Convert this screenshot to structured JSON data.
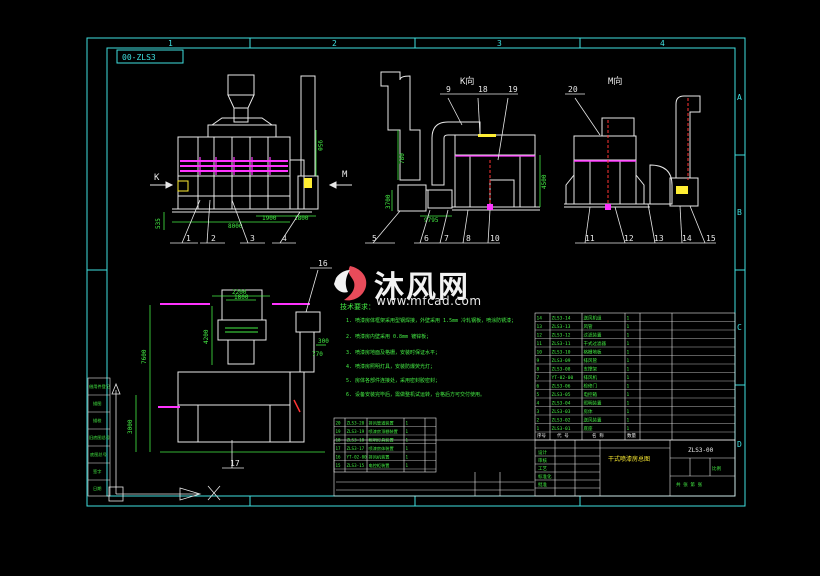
{
  "colors": {
    "background": "#000000",
    "frame": "#3fe0e0",
    "machine": "#e8e8e8",
    "green": "#44ee44",
    "magenta": "#ff33ff",
    "red": "#ff3333",
    "yellow": "#ffee33"
  },
  "drawing": {
    "stamp": "00-ZLS3",
    "drawing_no": "ZLS3-00",
    "title": "干式喷漆房总图"
  },
  "border": {
    "columns": [
      "1",
      "2",
      "3",
      "4"
    ],
    "rows": [
      "A",
      "B",
      "C",
      "D"
    ]
  },
  "views": {
    "k_view": "K向",
    "m_view": "M向",
    "arrow_k": "K",
    "arrow_m": "M"
  },
  "balloons": [
    "1",
    "2",
    "3",
    "4",
    "5",
    "6",
    "7",
    "8",
    "9",
    "10",
    "11",
    "12",
    "13",
    "14",
    "15",
    "16",
    "17",
    "18",
    "19",
    "20"
  ],
  "dimensions": {
    "d1900": "1900",
    "d8000": "8000",
    "d950": "950",
    "d535": "535",
    "d4200": "4200",
    "d3000": "3000",
    "d780": "780",
    "d3700": "3700",
    "d9795": "9795",
    "d2200": "2200",
    "d1800": "1800",
    "d7600": "7600",
    "d770": "770",
    "d300": "300",
    "d4500": "4500"
  },
  "notes": {
    "heading": "技术要求：",
    "items": [
      "1. 喷漆房体框架采用型钢焊接，外壁采用 1.5mm 冷轧钢板，喷涂防锈漆；",
      "2. 喷漆房内壁采用 0.8mm 镀锌板；",
      "3. 喷漆房地面及格栅，安装时保证水平；",
      "4. 喷漆房照明灯具，安装防爆荧光灯；",
      "5. 房体各部件连接处，采用密封胶密封；",
      "6. 设备安装完毕后，需做整机试运转，合格后方可交付使用。"
    ]
  },
  "bom_lower": {
    "rows": [
      [
        "20",
        "ZLS3-20",
        "排风管道装置",
        "1"
      ],
      [
        "19",
        "ZLS3-19",
        "喷漆房顶棚装置",
        "1"
      ],
      [
        "18",
        "ZLS3-18",
        "照明灯具装置",
        "1"
      ],
      [
        "17",
        "ZLS3-17",
        "喷漆房体装置",
        "1"
      ],
      [
        "16",
        "YT-02-00",
        "排风机装置",
        "1"
      ],
      [
        "15",
        "ZLS3-15",
        "电控柜装置",
        "1"
      ]
    ]
  },
  "bom_upper": {
    "rows": [
      [
        "14",
        "ZLS3-14",
        "送风机组",
        "1"
      ],
      [
        "13",
        "ZLS3-13",
        "风管",
        "1"
      ],
      [
        "12",
        "ZLS3-12",
        "过滤装置",
        "1"
      ],
      [
        "11",
        "ZLS3-11",
        "干式过滤器",
        "1"
      ],
      [
        "10",
        "ZLS3-10",
        "格栅地板",
        "1"
      ],
      [
        "9",
        "ZLS3-09",
        "排风管",
        "1"
      ],
      [
        "8",
        "ZLS3-08",
        "支撑架",
        "1"
      ],
      [
        "7",
        "YT-02-00",
        "排风机",
        "1"
      ],
      [
        "6",
        "ZLS3-06",
        "检修门",
        "1"
      ],
      [
        "5",
        "ZLS3-05",
        "电控箱",
        "1"
      ],
      [
        "4",
        "ZLS3-04",
        "照明装置",
        "1"
      ],
      [
        "3",
        "ZLS3-03",
        "房体",
        "1"
      ],
      [
        "2",
        "ZLS3-02",
        "送风装置",
        "1"
      ],
      [
        "1",
        "ZLS3-01",
        "底座",
        "1"
      ]
    ],
    "header": [
      "序号",
      "代 号",
      "名 称",
      "数量"
    ]
  },
  "title_block": {
    "labels": [
      "设计",
      "审核",
      "工艺",
      "标准化",
      "批准"
    ],
    "scale_label": "比例",
    "sheet_label": "共 张 第 张"
  },
  "side_table": {
    "labels": [
      "借用件登记",
      "描图",
      "描校",
      "旧底图总号",
      "底图总号",
      "签字",
      "日期"
    ]
  },
  "watermark": {
    "text": "沐风网",
    "url": "www.mfcad.com"
  }
}
